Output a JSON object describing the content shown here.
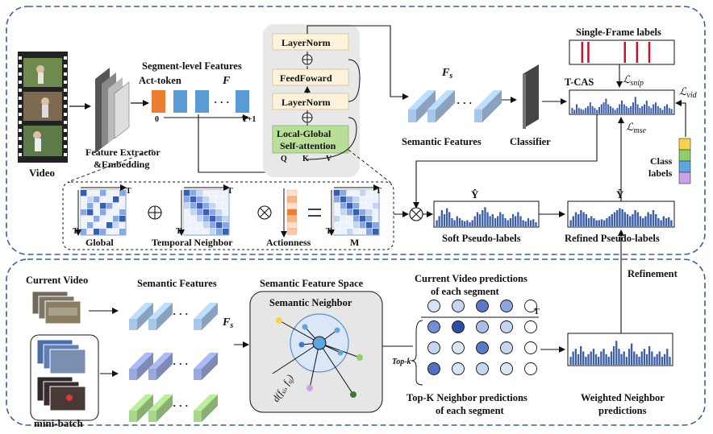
{
  "top": {
    "video_label": "Video",
    "extractor_label_1": "Feature Extractor",
    "extractor_label_2": "&Embedding",
    "segment_features_title": "Segment-level Features",
    "act_token": "Act-token",
    "F_label": "F",
    "axis_start": "0",
    "axis_end": "T+1",
    "dots": "· · ·",
    "transformer": {
      "layernorm_top": "LayerNorm",
      "feedforward": "FeedFoward",
      "layernorm_mid": "LayerNorm",
      "attention_1": "Local-Global",
      "attention_2": "Self-attention",
      "q": "Q",
      "k": "K",
      "v": "V"
    },
    "Fs_label": "F",
    "Fs_sub": "s",
    "semantic_features": "Semantic Features",
    "classifier": "Classifier",
    "single_frame_labels": "Single-Frame labels",
    "tcas": "T-CAS",
    "loss_snip": "snip",
    "loss_vid": "vid",
    "loss_mse": "mse",
    "class_labels_1": "Class",
    "class_labels_2": "labels",
    "matrix_T": "T",
    "global": "Global",
    "temporal_neighbor": "Temporal Neighbor",
    "actionness": "Actionness",
    "M": "M",
    "y_hat": "Ŷ",
    "y_tilde": "Ỹ",
    "soft_pseudo": "Soft Pseudo-labels",
    "refined_pseudo": "Refined Pseudo-labels"
  },
  "bottom": {
    "current_video": "Current Video",
    "mini_batch": "mini-batch",
    "semantic_features": "Semantic Features",
    "Fs_label": "F",
    "Fs_sub": "s",
    "feature_space": "Semantic Feature Space",
    "neighbor": "Semantic Neighbor",
    "distance": "d(f   , f  )",
    "pred_title_1": "Current Video predictions",
    "pred_title_2": "of each segment",
    "T": "T",
    "topk": "Top-k",
    "topk_title_1": "Top-K Neighbor predictions",
    "topk_title_2": "of each segment",
    "weighted_1": "Weighted Neighbor",
    "weighted_2": "predictions",
    "refinement": "Refinement"
  },
  "colors": {
    "dashed_border": "#3a5f9a",
    "act_token": "#ed7d31",
    "token": "#5b9bd5",
    "box_fill": "#fdf3dc",
    "attention_fill": "#b8df9a",
    "panel_fill": "#e8e8e8",
    "cube_blue": "#a8c6ea",
    "cube_purple": "#9aa8dc",
    "cube_green": "#a8d58c",
    "bar": "#3b5ea8",
    "label_red": "#c0142a"
  },
  "class_label_colors": [
    "#f7d24a",
    "#8fce6a",
    "#5ea6dd",
    "#c8a2ea"
  ],
  "bars": {
    "tcas": [
      0.3,
      0.2,
      0.5,
      0.3,
      0.25,
      0.2,
      0.3,
      0.4,
      0.6,
      0.4,
      0.3,
      0.2,
      0.35,
      0.5,
      0.6,
      0.8,
      0.5,
      0.4,
      0.3,
      0.2,
      0.3,
      0.5,
      0.7,
      0.5,
      0.4,
      0.3,
      0.4,
      0.6,
      0.9,
      0.5,
      0.3,
      0.4,
      0.5,
      0.7,
      0.4,
      0.3,
      0.5,
      0.6,
      0.4,
      0.3,
      0.2,
      0.4,
      0.5,
      0.3,
      0.25
    ],
    "soft": [
      0.3,
      0.5,
      0.8,
      0.6,
      0.9,
      0.7,
      0.4,
      0.3,
      0.5,
      0.4,
      0.3,
      0.25,
      0.3,
      0.2,
      0.3,
      0.5,
      0.7,
      0.6,
      0.8,
      0.95,
      0.7,
      0.5,
      0.6,
      0.4,
      0.5,
      0.7,
      0.6,
      0.4,
      0.3,
      0.4,
      0.6,
      0.5,
      0.7,
      0.5,
      0.3,
      0.25,
      0.4,
      0.3,
      0.35,
      0.2
    ],
    "refined": [
      0.3,
      0.5,
      0.7,
      0.6,
      0.8,
      0.7,
      0.6,
      0.4,
      0.5,
      0.4,
      0.3,
      0.3,
      0.35,
      0.3,
      0.4,
      0.5,
      0.6,
      0.7,
      0.8,
      0.9,
      0.85,
      0.7,
      0.6,
      0.5,
      0.6,
      0.8,
      0.7,
      0.5,
      0.4,
      0.5,
      0.7,
      0.6,
      0.8,
      0.6,
      0.4,
      0.3,
      0.5,
      0.4,
      0.45,
      0.3
    ],
    "weighted": [
      0.3,
      0.5,
      0.6,
      0.4,
      0.7,
      0.5,
      0.3,
      0.4,
      0.5,
      0.6,
      0.4,
      0.3,
      0.5,
      0.6,
      0.4,
      0.3,
      0.5,
      0.7,
      0.9,
      0.6,
      0.4,
      0.5,
      0.3,
      0.6,
      0.8,
      0.5,
      0.4,
      0.3,
      0.5,
      0.6,
      0.4,
      0.7,
      0.5,
      0.3,
      0.4,
      0.5,
      0.3,
      0.4,
      0.6,
      0.3
    ]
  },
  "single_frame_marks": [
    0.1,
    0.16,
    0.52,
    0.64,
    0.76
  ],
  "prediction_grid": [
    [
      "#d6e4f6",
      "#c4d6f2",
      "#5a78c8",
      "#8da6e0",
      "#ffffff"
    ],
    [
      "#6f8fd6",
      "#2f4fa6",
      "#a9bfe9",
      "#c4d6f2",
      "#ffffff"
    ],
    [
      "#c4d6f2",
      "#dbe6f7",
      "#5a78c8",
      "#c4d6f2",
      "#ffffff"
    ],
    [
      "#4f72c6",
      "#d6e4f6",
      "#c4d6f2",
      "#dbe6f7",
      "#ffffff"
    ]
  ]
}
